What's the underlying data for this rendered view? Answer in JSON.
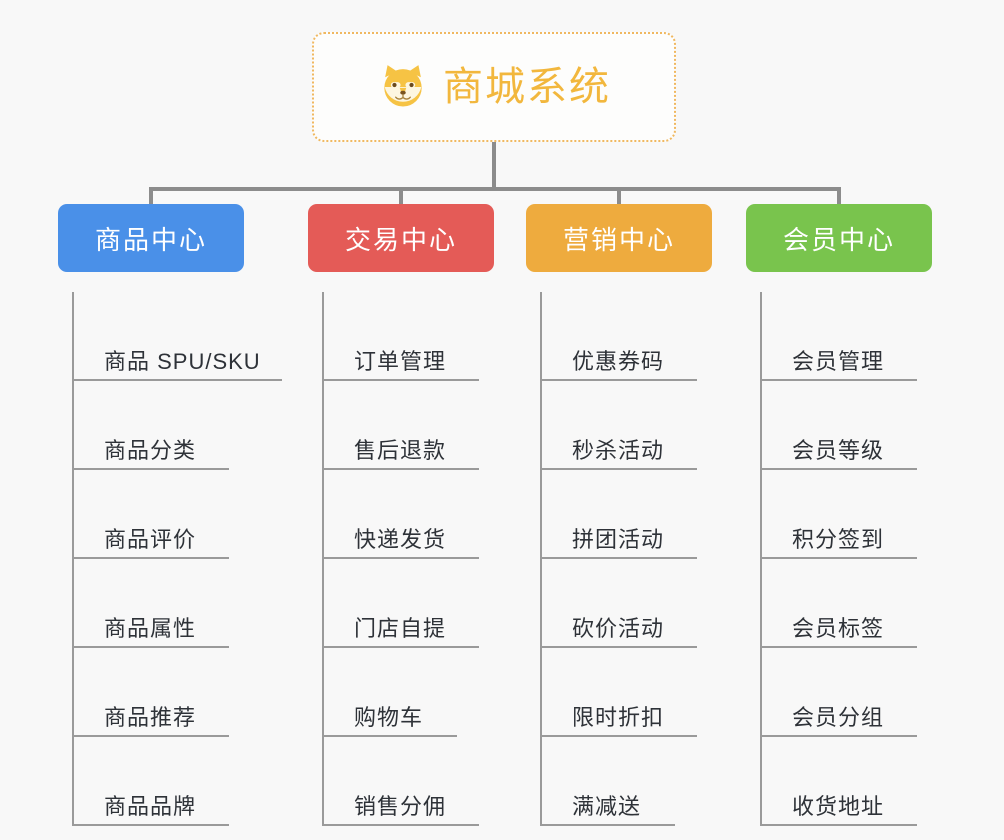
{
  "diagram": {
    "type": "mindmap",
    "background_color": "#f8f8f8",
    "root": {
      "title": "商城系统",
      "icon": "shiba-dog-icon",
      "text_color": "#f2b73d",
      "border_color": "#f0b860"
    },
    "connector_color": "#8c8c8c",
    "branches": [
      {
        "label": "商品中心",
        "color": "#4a90e8",
        "items": [
          "商品 SPU/SKU",
          "商品分类",
          "商品评价",
          "商品属性",
          "商品推荐",
          "商品品牌"
        ]
      },
      {
        "label": "交易中心",
        "color": "#e45b57",
        "items": [
          "订单管理",
          "售后退款",
          "快递发货",
          "门店自提",
          "购物车",
          "销售分佣"
        ]
      },
      {
        "label": "营销中心",
        "color": "#eeab3e",
        "items": [
          "优惠券码",
          "秒杀活动",
          "拼团活动",
          "砍价活动",
          "限时折扣",
          "满减送"
        ]
      },
      {
        "label": "会员中心",
        "color": "#79c44d",
        "items": [
          "会员管理",
          "会员等级",
          "积分签到",
          "会员标签",
          "会员分组",
          "收货地址"
        ]
      }
    ]
  }
}
